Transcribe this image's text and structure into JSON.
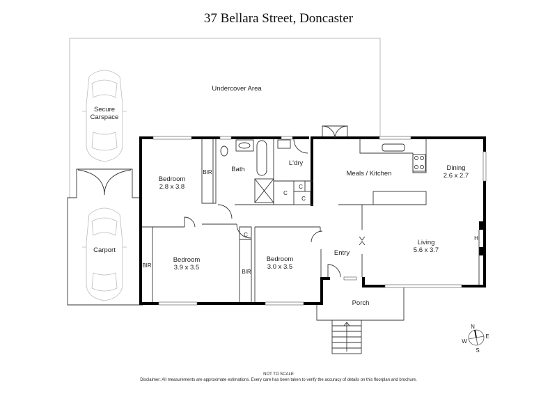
{
  "title": "37 Bellara Street, Doncaster",
  "rooms": {
    "undercover": {
      "name": "Undercover Area"
    },
    "secure_carspace": {
      "line1": "Secure",
      "line2": "Carspace"
    },
    "carport": {
      "name": "Carport"
    },
    "bedroom1": {
      "name": "Bedroom",
      "size": "2.8 x 3.8"
    },
    "bedroom2": {
      "name": "Bedroom",
      "size": "3.9 x 3.5"
    },
    "bedroom3": {
      "name": "Bedroom",
      "size": "3.0 x 3.5"
    },
    "bath": {
      "name": "Bath"
    },
    "laundry": {
      "name": "L'dry"
    },
    "meals_kitchen": {
      "name": "Meals / Kitchen"
    },
    "dining": {
      "name": "Dining",
      "size": "2.6 x 2.7"
    },
    "living": {
      "name": "Living",
      "size": "5.6 x 3.7"
    },
    "entry": {
      "name": "Entry"
    },
    "porch": {
      "name": "Porch"
    }
  },
  "fixtures": {
    "bir": "BIR",
    "cupboard": "C",
    "heater": "H"
  },
  "compass": {
    "n": "N",
    "e": "E",
    "s": "S",
    "w": "W"
  },
  "footer": {
    "scale_note": "NOT TO SCALE",
    "disclaimer": "Disclaimer: All measurements are approximate estimations. Every care has been taken to verify the accuracy of details on this floorplan and brochure."
  }
}
